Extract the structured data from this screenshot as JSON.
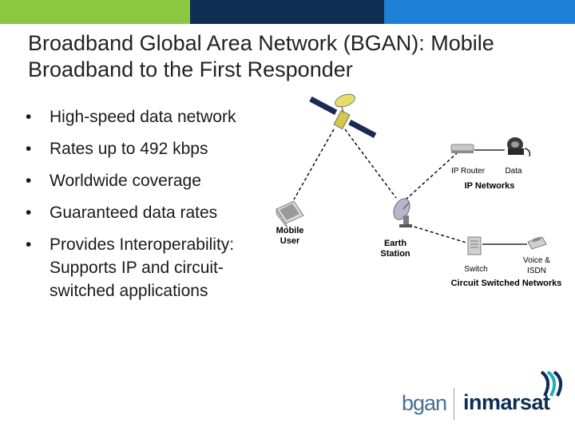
{
  "colors": {
    "bar_green": "#8dc63f",
    "bar_navy": "#0f2d52",
    "bar_blue": "#1e7fd6",
    "brand_navy": "#0f2d52",
    "brand_teal": "#1bb3b8"
  },
  "slide": {
    "title_line1": "Broadband Global Area Network (BGAN): Mobile",
    "title_line2": "Broadband to the First Responder",
    "bullet_glyph": "•",
    "bullets": [
      {
        "line1": "High-speed data network"
      },
      {
        "line1": "Rates up to 492 kbps"
      },
      {
        "line1": "Worldwide coverage"
      },
      {
        "line1": "Guaranteed data rates"
      },
      {
        "line1": "Provides Interoperability:",
        "line2": "Supports IP and circuit-",
        "line3": "switched applications"
      }
    ]
  },
  "diagram": {
    "mobile_user_l1": "Mobile",
    "mobile_user_l2": "User",
    "earth_station_l1": "Earth",
    "earth_station_l2": "Station",
    "ip_router": "IP Router",
    "data": "Data",
    "ip_networks": "IP Networks",
    "switch": "Switch",
    "voice_l1": "Voice &",
    "voice_l2": "ISDN",
    "circuit_networks": "Circuit Switched Networks",
    "icons": [
      "satellite-icon",
      "laptop-terminal-icon",
      "satellite-dish-icon",
      "router-icon",
      "phone-icon",
      "switch-icon",
      "isdn-phone-icon"
    ]
  },
  "brand": {
    "product": "bgan",
    "company": "inmarsat"
  }
}
